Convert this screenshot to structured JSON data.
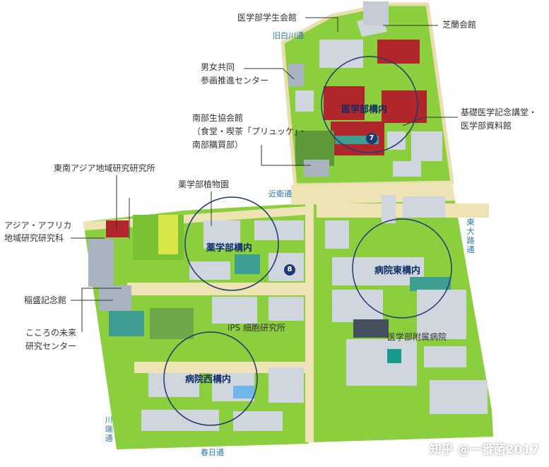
{
  "labels": {
    "igakubu_student_hall": "医学部学生会館",
    "shiran_hall": "芝蘭会館",
    "gender_equality_1": "男女共同",
    "gender_equality_2": "参画推進センター",
    "south_coop_1": "南部生協会館",
    "south_coop_2": "（食堂・喫茶「プリュッケ」・",
    "south_coop_3": "南部購買部）",
    "southeast_asia": "東南アジア地域研究研究所",
    "herbal_garden": "薬学部植物園",
    "asia_africa_1": "アジア・アフリカ",
    "asia_africa_2": "地域研究研究科",
    "inamori": "稲盛記念館",
    "kokoro_1": "こころの未来",
    "kokoro_2": "研究センター",
    "kiso_1": "基礎医学記念講堂・",
    "kiso_2": "医学部資料館",
    "ips": "iPS 細胞研究所",
    "hospital": "医学部附属病院"
  },
  "roads": {
    "kyu_shirakawa": "旧白川通",
    "konoe": "近衛通",
    "higashi_oji": "東大路通",
    "kawabata": "川端通",
    "kasuga": "春日通"
  },
  "areas": {
    "igakubu": "医学部構内",
    "yakugakubu": "薬学部構内",
    "east_hospital": "病院東構内",
    "west_hospital": "病院西構内"
  },
  "badges": {
    "seven": "7",
    "eight": "8"
  },
  "watermark": "知乎 @一番菌2017",
  "colors": {
    "grass": "#8ccf3e",
    "walkway": "#ede3b4",
    "building": "#cfd6de",
    "brick": "#b0262a",
    "teal": "#3e9e92",
    "circle": "#1f3a70",
    "road_text": "#2a78b0",
    "area_text": "#0d2c66"
  }
}
